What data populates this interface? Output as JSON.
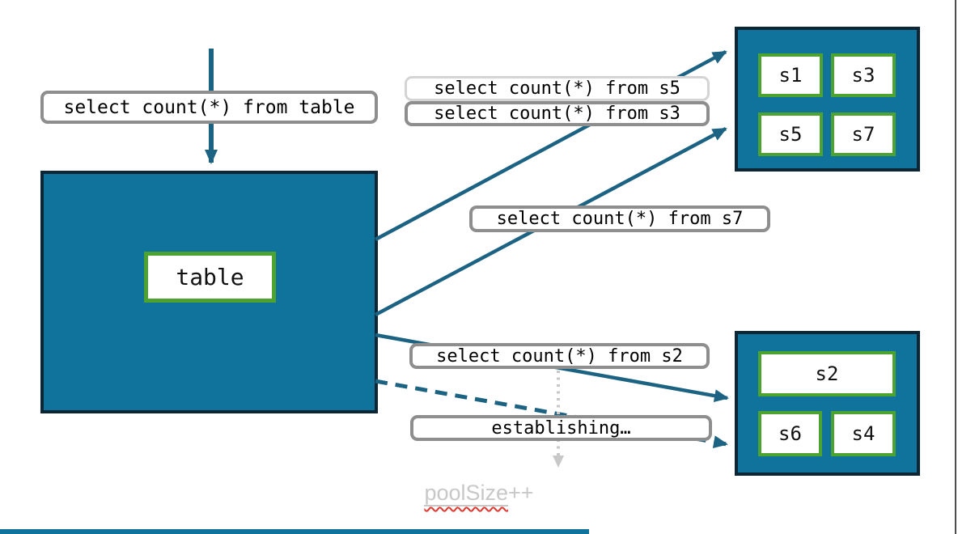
{
  "diagram": {
    "incoming_query": "select count(*) from table",
    "main_db": {
      "table_label": "table"
    },
    "routed_queries": {
      "s5": "select count(*) from s5",
      "s3": "select count(*) from s3",
      "s7": "select count(*) from s7",
      "s2": "select count(*) from s2",
      "establishing": "establishing…"
    },
    "shard_host_top": {
      "shards": [
        "s1",
        "s3",
        "s5",
        "s7"
      ]
    },
    "shard_host_bottom": {
      "shards": [
        "s2",
        "s6",
        "s4"
      ]
    },
    "pool_note": {
      "word": "poolSize",
      "suffix": "++"
    }
  },
  "colors": {
    "teal_fill": "#0F739B",
    "dark_border": "#0D2636",
    "green_border": "#4DA32F",
    "arrow": "#1C6383",
    "label_border": "#8E8E8E",
    "label_border_faded": "#D4D4D4",
    "muted_gray": "#C8C8C8",
    "squiggle_red": "#E0372E"
  }
}
